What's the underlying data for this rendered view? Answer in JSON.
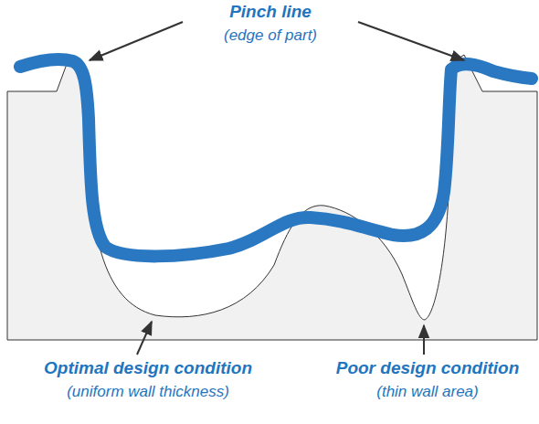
{
  "diagram": {
    "labels": [
      "Pinch line",
      "(edge of part)",
      "Optimal design condition",
      "(uniform wall thickness)",
      "Poor design condition",
      "(thin wall area)"
    ]
  }
}
